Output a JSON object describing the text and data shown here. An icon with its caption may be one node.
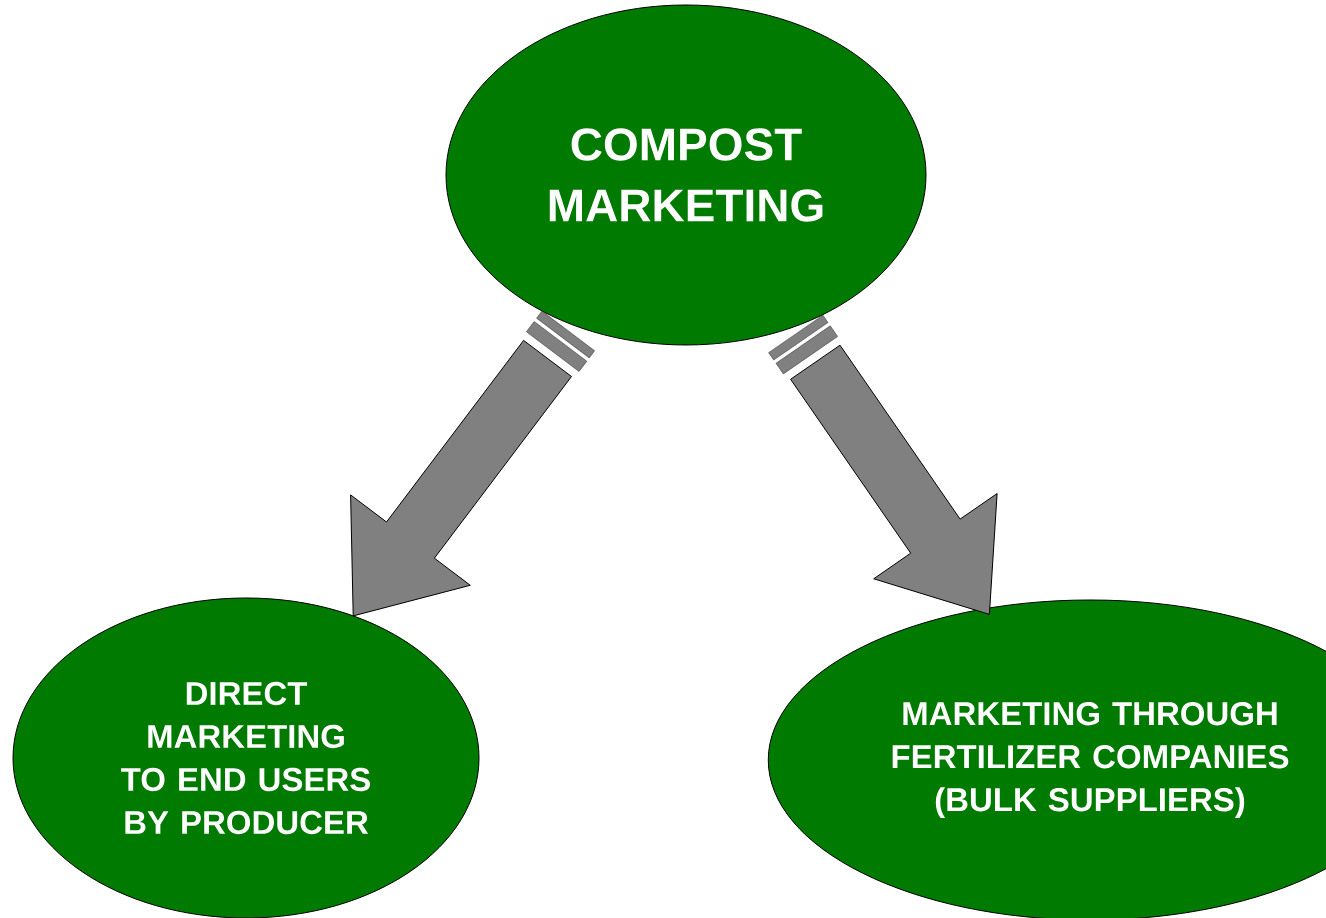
{
  "diagram": {
    "nodes": [
      {
        "text": [
          "COMPOST MARKETING"
        ]
      },
      {
        "text": [
          "DIRECT MARKETING TO END USERS BY PRODUCER"
        ]
      },
      {
        "text": [
          "MARKETING THROUGH FERTILIZER COMPANIES (BULK SUPPLIERS)"
        ]
      }
    ],
    "edges": [
      {
        "from": 0,
        "to": 1,
        "arrow": "to"
      },
      {
        "from": 0,
        "to": 2,
        "arrow": "to"
      }
    ]
  }
}
